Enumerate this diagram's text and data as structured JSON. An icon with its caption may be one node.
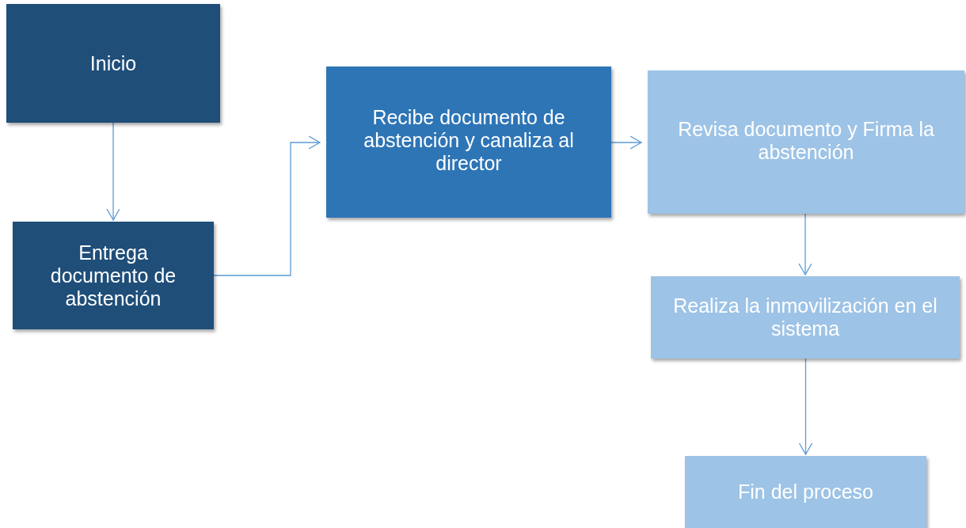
{
  "diagram": {
    "nodes": [
      {
        "text": [
          "Inicio"
        ]
      },
      {
        "text": [
          "Entrega documento de abstención"
        ]
      },
      {
        "text": [
          "Recibe documento de abstención y canaliza al director"
        ]
      },
      {
        "text": [
          "Revisa documento y Firma la abstención"
        ]
      },
      {
        "text": [
          "Realiza la inmovilización en el sistema"
        ]
      },
      {
        "text": [
          "Fin del proceso"
        ]
      }
    ],
    "edges": [
      {
        "from": 0,
        "to": 1,
        "arrow": "to"
      },
      {
        "from": 1,
        "to": 2,
        "arrow": "to"
      },
      {
        "from": 2,
        "to": 3,
        "arrow": "to"
      },
      {
        "from": 3,
        "to": 4,
        "arrow": "to"
      },
      {
        "from": 4,
        "to": 5,
        "arrow": "to"
      }
    ]
  }
}
